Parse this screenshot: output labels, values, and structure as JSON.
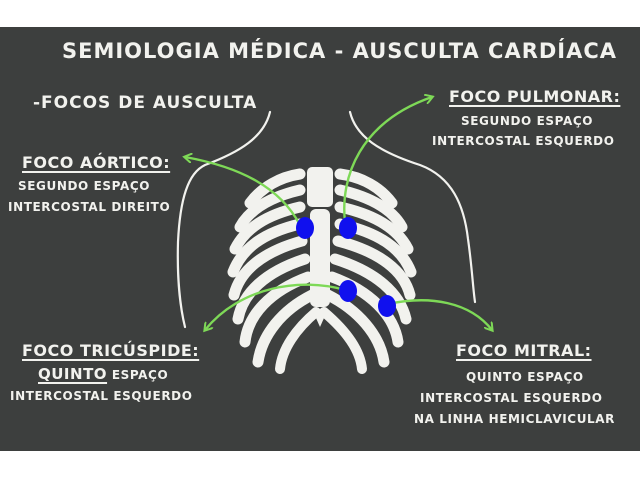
{
  "title": "SEMIOLOGIA MÉDICA - AUSCULTA CARDÍACA",
  "subtitle": "-FOCOS DE AUSCULTA",
  "colors": {
    "board": "#3d3f3e",
    "chalk": "#f2f2ee",
    "arrow": "#7ed957",
    "dot": "#1010ee"
  },
  "foci": [
    {
      "id": "aortico",
      "name": "FOCO AÓRTICO:",
      "desc": [
        "SEGUNDO ESPAÇO",
        "INTERCOSTAL DIREITO"
      ]
    },
    {
      "id": "pulmonar",
      "name": "FOCO PULMONAR:",
      "desc": [
        "SEGUNDO ESPAÇO",
        "INTERCOSTAL ESQUERDO"
      ]
    },
    {
      "id": "tricuspide",
      "name": "FOCO TRICÚSPIDE:",
      "desc_prefix": "QUINTO",
      "desc_first_rest": " ESPAÇO",
      "desc": [
        "INTERCOSTAL ESQUERDO"
      ]
    },
    {
      "id": "mitral",
      "name": "FOCO MITRAL:",
      "desc": [
        "QUINTO ESPAÇO",
        "INTERCOSTAL ESQUERDO",
        "NA LINHA HEMICLAVICULAR"
      ]
    }
  ]
}
